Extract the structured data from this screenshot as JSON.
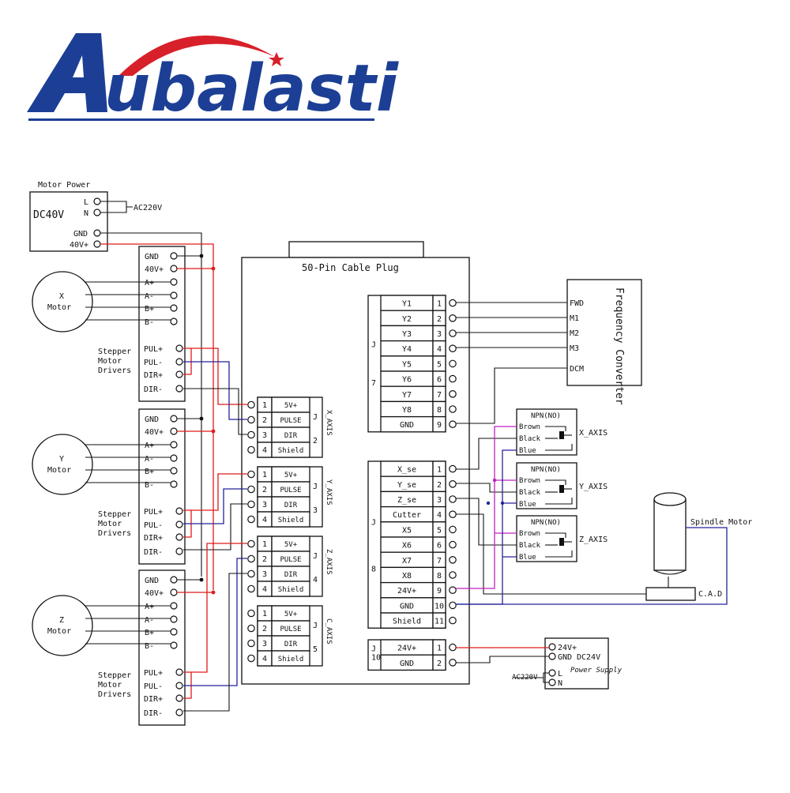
{
  "brand": {
    "name": "ubalasti",
    "letter": "A",
    "color": "#1c3f95",
    "swoosh_color": "#d8202a"
  },
  "colors": {
    "wire_black": "#111111",
    "wire_red": "#e01a1a",
    "wire_blue": "#23239a",
    "wire_magenta": "#c020c0"
  },
  "motor_power": {
    "title": "Motor Power",
    "label": "DC40V",
    "pins": [
      "L",
      "N",
      "GND",
      "40V+"
    ],
    "ac_label": "AC220V"
  },
  "motors": [
    {
      "name": "X",
      "word": "Motor"
    },
    {
      "name": "Y",
      "word": "Motor"
    },
    {
      "name": "Z",
      "word": "Motor"
    }
  ],
  "driver": {
    "caption": [
      "Stepper",
      "Motor",
      "Drivers"
    ],
    "top_pins": [
      "GND",
      "40V+",
      "A+",
      "A-",
      "B+",
      "B-"
    ],
    "bottom_pins": [
      "PUL+",
      "PUL-",
      "DIR+",
      "DIR-"
    ]
  },
  "controller": {
    "title": "50-Pin Cable Plug",
    "j7": {
      "letter": "J",
      "number": "7",
      "rows": [
        [
          "Y1",
          "1"
        ],
        [
          "Y2",
          "2"
        ],
        [
          "Y3",
          "3"
        ],
        [
          "Y4",
          "4"
        ],
        [
          "Y5",
          "5"
        ],
        [
          "Y6",
          "6"
        ],
        [
          "Y7",
          "7"
        ],
        [
          "Y8",
          "8"
        ],
        [
          "GND",
          "9"
        ]
      ]
    },
    "j8": {
      "letter": "J",
      "number": "8",
      "rows": [
        [
          "X_se",
          "1"
        ],
        [
          "Y_se",
          "2"
        ],
        [
          "Z_se",
          "3"
        ],
        [
          "Cutter",
          "4"
        ],
        [
          "X5",
          "5"
        ],
        [
          "X6",
          "6"
        ],
        [
          "X7",
          "7"
        ],
        [
          "X8",
          "8"
        ],
        [
          "24V+",
          "9"
        ],
        [
          "GND",
          "10"
        ],
        [
          "Shield",
          "11"
        ]
      ]
    },
    "j10": {
      "letter": "J",
      "number": "10",
      "rows": [
        [
          "24V+",
          "1"
        ],
        [
          "GND",
          "2"
        ]
      ]
    },
    "axis_connectors": [
      {
        "axis": "X_AXIS",
        "letter": "J",
        "number": "2",
        "pins": [
          "1",
          "2",
          "3",
          "4"
        ],
        "signals": [
          "5V+",
          "PULSE",
          "DIR",
          "Shield"
        ]
      },
      {
        "axis": "Y_AXIS",
        "letter": "J",
        "number": "3",
        "pins": [
          "1",
          "2",
          "3",
          "4"
        ],
        "signals": [
          "5V+",
          "PULSE",
          "DIR",
          "Shield"
        ]
      },
      {
        "axis": "Z_AXIS",
        "letter": "J",
        "number": "4",
        "pins": [
          "1",
          "2",
          "3",
          "4"
        ],
        "signals": [
          "5V+",
          "PULSE",
          "DIR",
          "Shield"
        ]
      },
      {
        "axis": "C_AXIS",
        "letter": "J",
        "number": "5",
        "pins": [
          "1",
          "2",
          "3",
          "4"
        ],
        "signals": [
          "5V+",
          "PULSE",
          "DIR",
          "Shield"
        ]
      }
    ]
  },
  "frequency_converter": {
    "title": "Frequency Converter",
    "pins": [
      "FWD",
      "M1",
      "M2",
      "M3",
      "DCM"
    ]
  },
  "sensors": [
    {
      "title": "NPN(NO)",
      "wires": [
        "Brown",
        "Black",
        "Blue"
      ],
      "axis": "X_AXIS"
    },
    {
      "title": "NPN(NO)",
      "wires": [
        "Brown",
        "Black",
        "Blue"
      ],
      "axis": "Y_AXIS"
    },
    {
      "title": "NPN(NO)",
      "wires": [
        "Brown",
        "Black",
        "Blue"
      ],
      "axis": "Z_AXIS"
    }
  ],
  "spindle": {
    "label": "Spindle Motor",
    "cad": "C.A.D"
  },
  "power_supply": {
    "pins": [
      "24V+",
      "GND",
      "L",
      "N"
    ],
    "title": "DC24V",
    "subtitle": "Power Supply",
    "ac_label": "AC220V"
  }
}
